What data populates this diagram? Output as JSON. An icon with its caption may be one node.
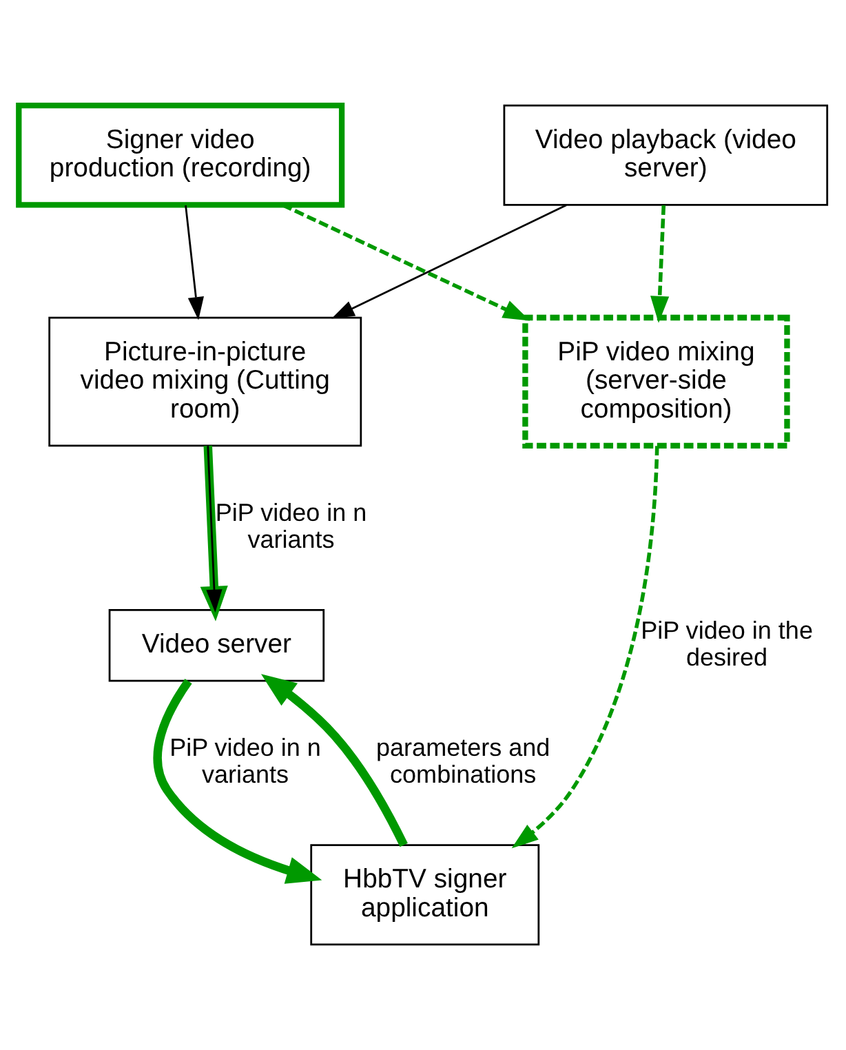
{
  "diagram": {
    "nodes": [
      {
        "text": [
          "Signer video production (recording)"
        ]
      },
      {
        "text": [
          "Video playback (video server)"
        ]
      },
      {
        "text": [
          "Picture-in-picture video mixing (Cutting room)"
        ]
      },
      {
        "text": [
          "PiP video mixing (server-side composition)"
        ]
      },
      {
        "text": [
          "Video server"
        ]
      },
      {
        "text": [
          "HbbTV signer application"
        ]
      }
    ],
    "edges": [
      {
        "from": 0,
        "to": 2,
        "arrow": "to",
        "color": "#000000"
      },
      {
        "from": 1,
        "to": 2,
        "arrow": "to",
        "color": "#000000"
      },
      {
        "from": 0,
        "to": 3,
        "arrow": "to",
        "style": "dashed"
      },
      {
        "from": 1,
        "to": 3,
        "arrow": "to",
        "style": "dashed"
      },
      {
        "from": 2,
        "to": 4,
        "arrow": "to",
        "style": "thick",
        "label": "PiP video in n variants"
      },
      {
        "from": 2,
        "to": 4,
        "arrow": "to",
        "color": "#000000"
      },
      {
        "from": 3,
        "to": 5,
        "arrow": "to",
        "style": "dashed",
        "label": "PiP video in the desired"
      },
      {
        "from": 4,
        "to": 5,
        "arrow": "to",
        "style": "thick",
        "label": "PiP video in n variants"
      },
      {
        "from": 5,
        "to": 4,
        "arrow": "to",
        "style": "thick",
        "label": "parameters and combinations"
      }
    ]
  }
}
